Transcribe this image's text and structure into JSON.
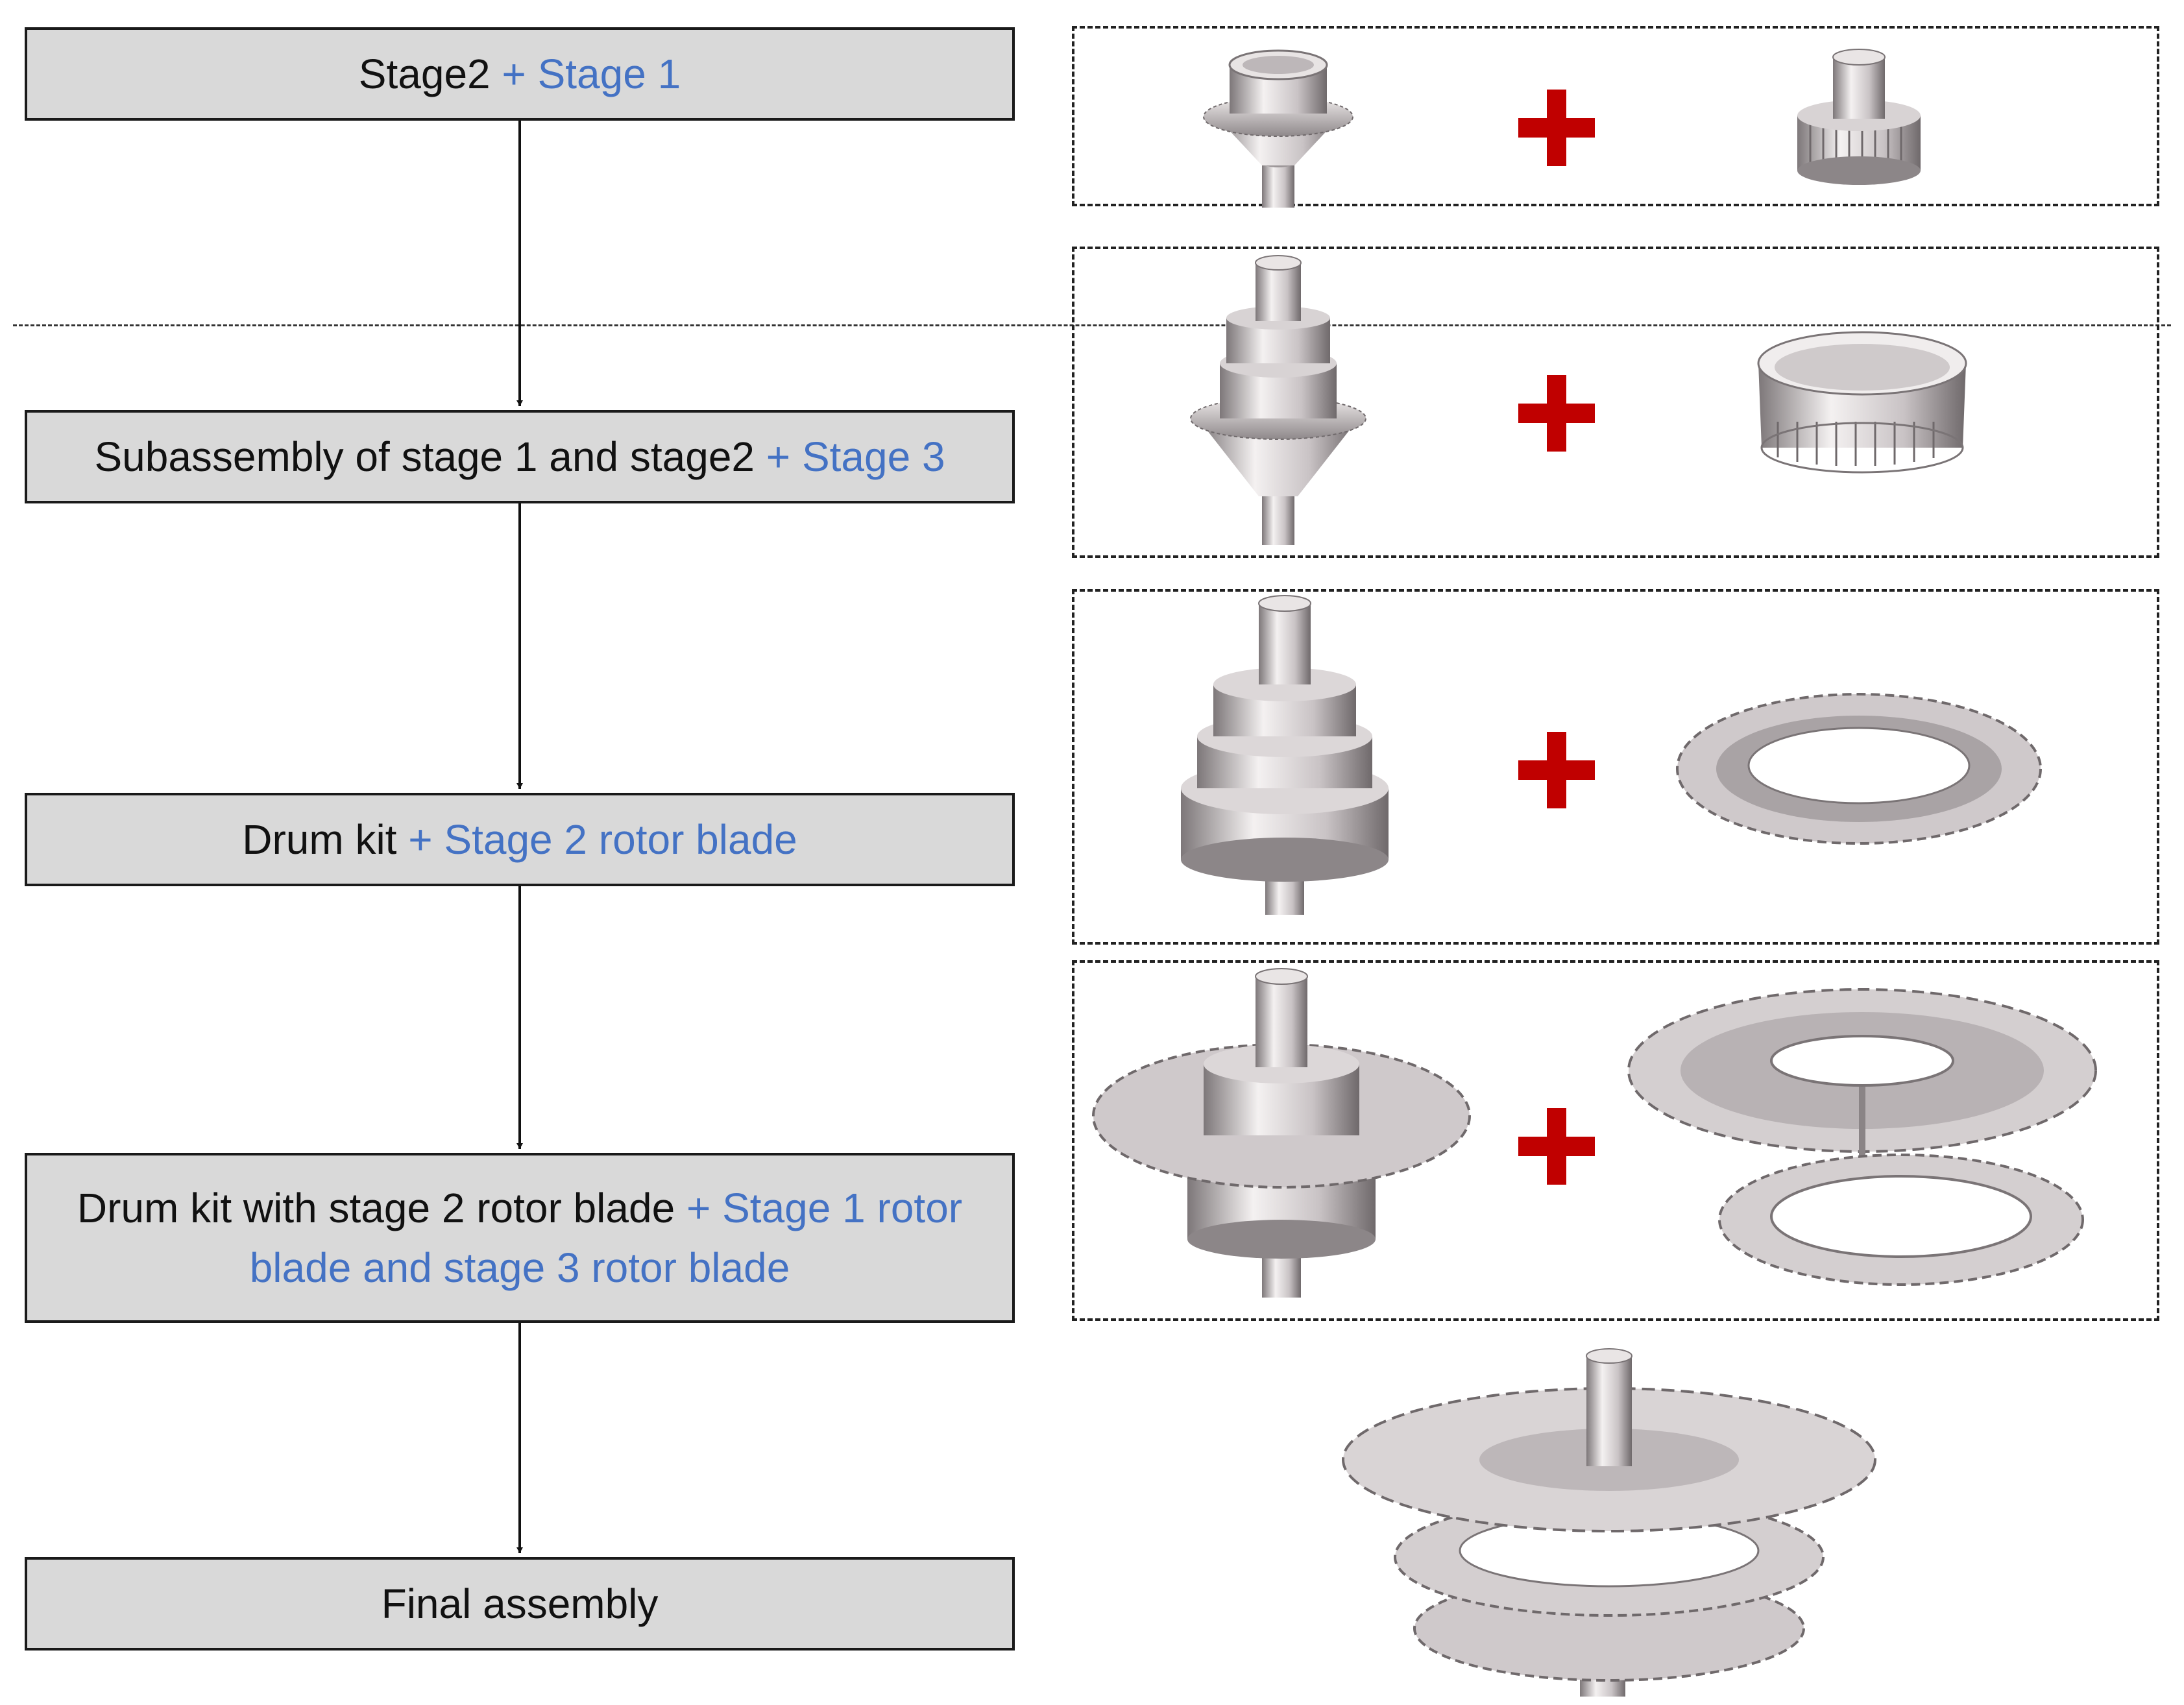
{
  "steps": [
    {
      "base": "Stage2",
      "addition": "+ Stage 1"
    },
    {
      "base": "Subassembly of stage 1 and stage2",
      "addition": "+ Stage 3"
    },
    {
      "base": "Drum kit",
      "addition": "+ Stage 2 rotor blade"
    },
    {
      "base": "Drum kit with stage 2 rotor blade",
      "addition": "+ Stage 1 rotor blade and stage 3 rotor blade"
    },
    {
      "base": "Final assembly",
      "addition": ""
    }
  ],
  "colors": {
    "box_fill": "#d9d9d9",
    "addition_text": "#4472c4",
    "plus_sign": "#c00000",
    "metal_light": "#f1eeee",
    "metal_dark": "#8a8486"
  }
}
